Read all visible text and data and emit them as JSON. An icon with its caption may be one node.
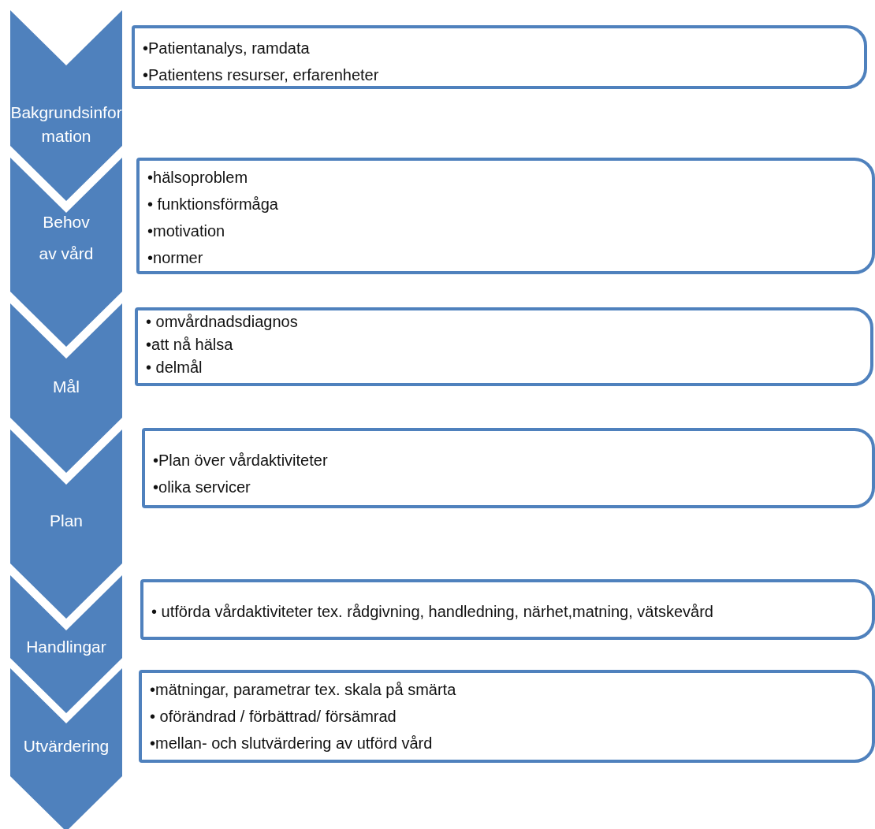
{
  "diagram": {
    "nodes": [
      {
        "text": [
          "Bakgrundsinformation"
        ]
      },
      {
        "text": [
          "•Patientanalys, ramdata",
          "•Patientens resurser, erfarenheter"
        ]
      },
      {
        "text": [
          "Behov av vård"
        ]
      },
      {
        "text": [
          "•hälsoproblem",
          "• funktionsförmåga",
          "•motivation",
          "•normer"
        ]
      },
      {
        "text": [
          "Mål"
        ]
      },
      {
        "text": [
          "• omvårdnadsdiagnos",
          "•att nå hälsa",
          "• delmål"
        ]
      },
      {
        "text": [
          "Plan"
        ]
      },
      {
        "text": [
          "•Plan över vårdaktiviteter",
          "•olika servicer"
        ]
      },
      {
        "text": [
          "Handlingar"
        ]
      },
      {
        "text": [
          "• utförda vårdaktiviteter tex. rådgivning, handledning, närhet,matning, vätskevård"
        ]
      },
      {
        "text": [
          "Utvärdering"
        ]
      },
      {
        "text": [
          "•mätningar, parametrar tex. skala på smärta",
          "• oförändrad / förbättrad/ försämrad",
          "•mellan- och slutvärdering av utförd vård"
        ]
      }
    ]
  }
}
